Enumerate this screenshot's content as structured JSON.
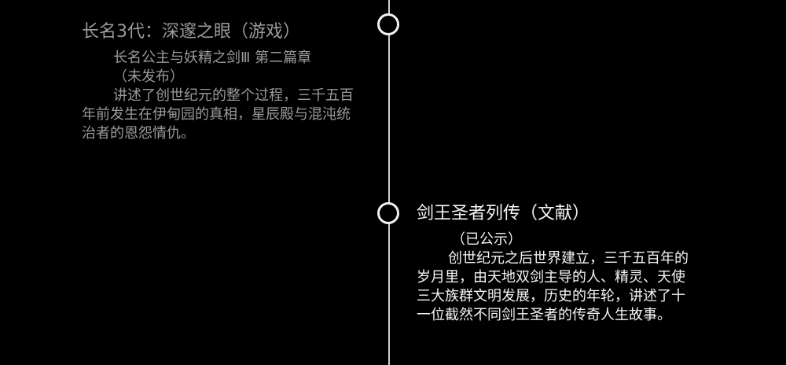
{
  "timeline": {
    "entries": [
      {
        "title": "长名3代：深邃之眼（游戏）",
        "subtitle": "长名公主与妖精之剑Ⅲ 第二篇章",
        "status": "（未发布）",
        "description": "讲述了创世纪元的整个过程，三千五百年前发生在伊甸园的真相，星辰殿与混沌统治者的恩怨情仇。"
      },
      {
        "title": "剑王圣者列传（文献）",
        "status": "（已公示）",
        "description": "创世纪元之后世界建立，三千五百年的岁月里，由天地双剑主导的人、精灵、天使三大族群文明发展，历史的年轮，讲述了十一位截然不同剑王圣者的传奇人生故事。"
      }
    ]
  },
  "colors": {
    "background": "#000000",
    "line": "#cfcfcf",
    "node_border": "#f2f2f2",
    "muted_text": "#9a9a9a",
    "bright_text": "#f4f4f4"
  }
}
